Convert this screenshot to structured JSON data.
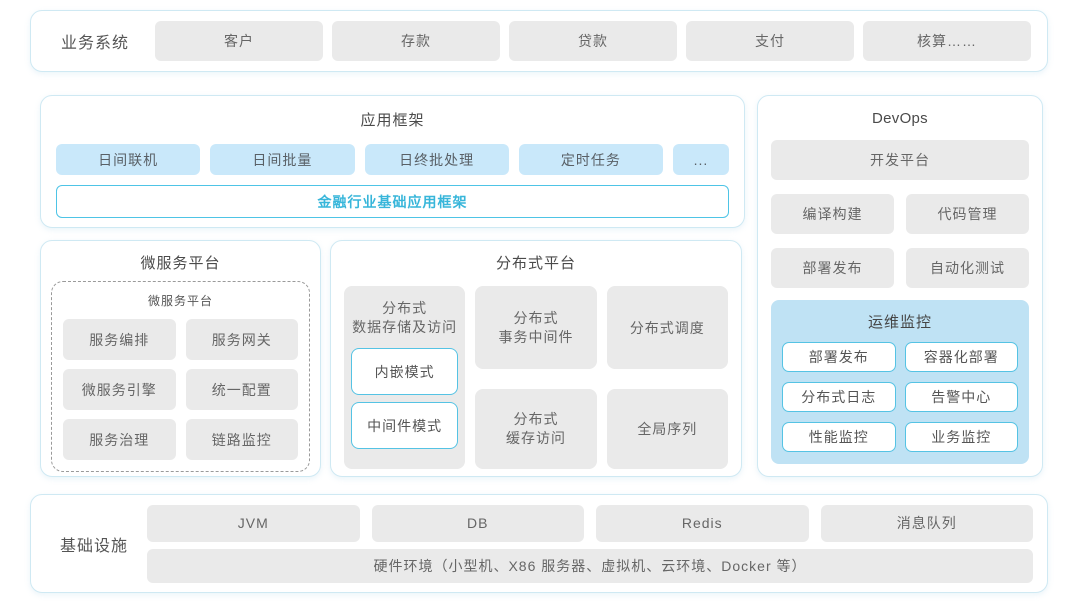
{
  "colors": {
    "section_border": "#cfe9f3",
    "gray_box": "#eaeaea",
    "blue_box": "#c9e8fa",
    "ops_monitor_bg": "#bfe2f4",
    "cyan_border": "#4ec4e6",
    "accent_text": "#38b6da"
  },
  "business": {
    "label": "业务系统",
    "items": [
      "客户",
      "存款",
      "贷款",
      "支付",
      "核算……"
    ]
  },
  "app_framework": {
    "title": "应用框架",
    "items": [
      "日间联机",
      "日间批量",
      "日终批处理",
      "定时任务",
      "..."
    ],
    "base": "金融行业基础应用框架"
  },
  "micro": {
    "title": "微服务平台",
    "inner_title": "微服务平台",
    "items": [
      "服务编排",
      "服务网关",
      "微服务引擎",
      "统一配置",
      "服务治理",
      "链路监控"
    ]
  },
  "dist": {
    "title": "分布式平台",
    "storage": {
      "label": "分布式\n数据存储及访问",
      "modes": [
        "内嵌模式",
        "中间件模式"
      ]
    },
    "col2": [
      "分布式\n事务中间件",
      "分布式\n缓存访问"
    ],
    "col3": [
      "分布式调度",
      "全局序列"
    ]
  },
  "devops": {
    "title": "DevOps",
    "platform": "开发平台",
    "items": [
      "编译构建",
      "代码管理",
      "部署发布",
      "自动化测试"
    ],
    "ops": {
      "title": "运维监控",
      "items": [
        "部署发布",
        "容器化部署",
        "分布式日志",
        "告警中心",
        "性能监控",
        "业务监控"
      ]
    }
  },
  "infra": {
    "label": "基础设施",
    "items": [
      "JVM",
      "DB",
      "Redis",
      "消息队列"
    ],
    "hardware": "硬件环境（小型机、X86 服务器、虚拟机、云环境、Docker 等）"
  }
}
